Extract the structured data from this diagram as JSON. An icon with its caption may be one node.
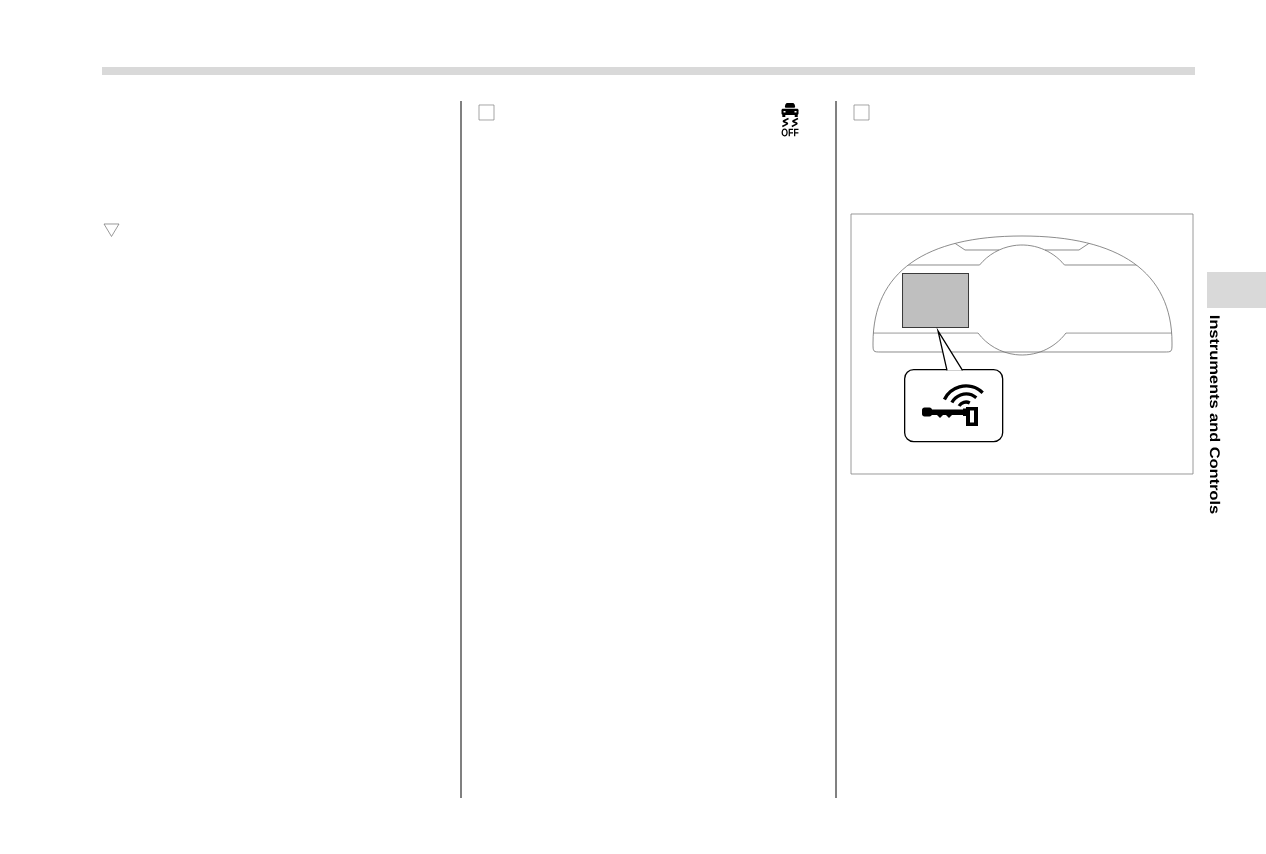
{
  "diagram": {
    "nodes": [
      {
        "text": [],
        "shape": "box"
      },
      {
        "text": [],
        "shape": "picture"
      }
    ],
    "edges": [
      {
        "from": 1,
        "to": 0,
        "arrow": "to"
      }
    ],
    "labels": [
      "OFF",
      "Instruments and Controls"
    ]
  }
}
